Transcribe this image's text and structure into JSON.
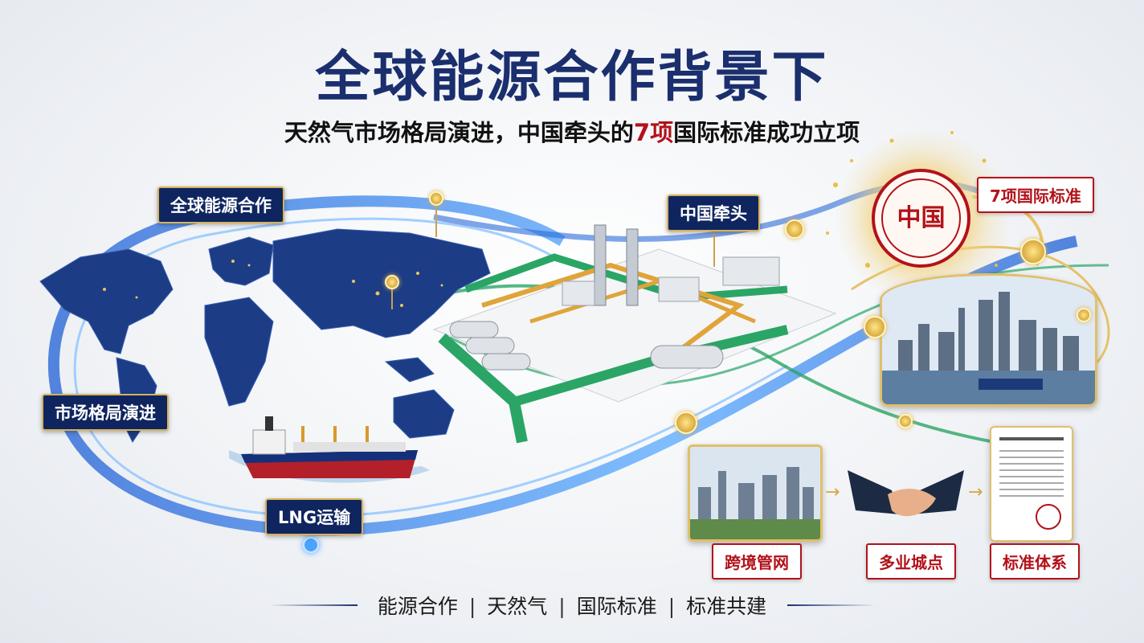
{
  "header": {
    "title": "全球能源合作背景下",
    "subtitle_pre": "天然气市场格局演进，中国牵头的",
    "subtitle_highlight": "7项",
    "subtitle_post": "国际标准成功立项"
  },
  "labels": {
    "global_cooperation": "全球能源合作",
    "market_evolution": "市场格局演进",
    "lng_transport": "LNG运输",
    "china_leads": "中国牵头",
    "seven_standards": "7项国际标准",
    "cross_border_pipeline": "跨境管网",
    "multi_industry": "多业城点",
    "standard_system": "标准体系"
  },
  "seal": {
    "text": "中国"
  },
  "footer": {
    "items": [
      "能源合作",
      "天然气",
      "国际标准",
      "标准共建"
    ]
  },
  "colors": {
    "navy": "#1b2f6e",
    "accent_red": "#b2121a",
    "gold": "#d8b25a",
    "pipe_green": "#2aa566",
    "flow_blue": "#2a6ad8"
  }
}
